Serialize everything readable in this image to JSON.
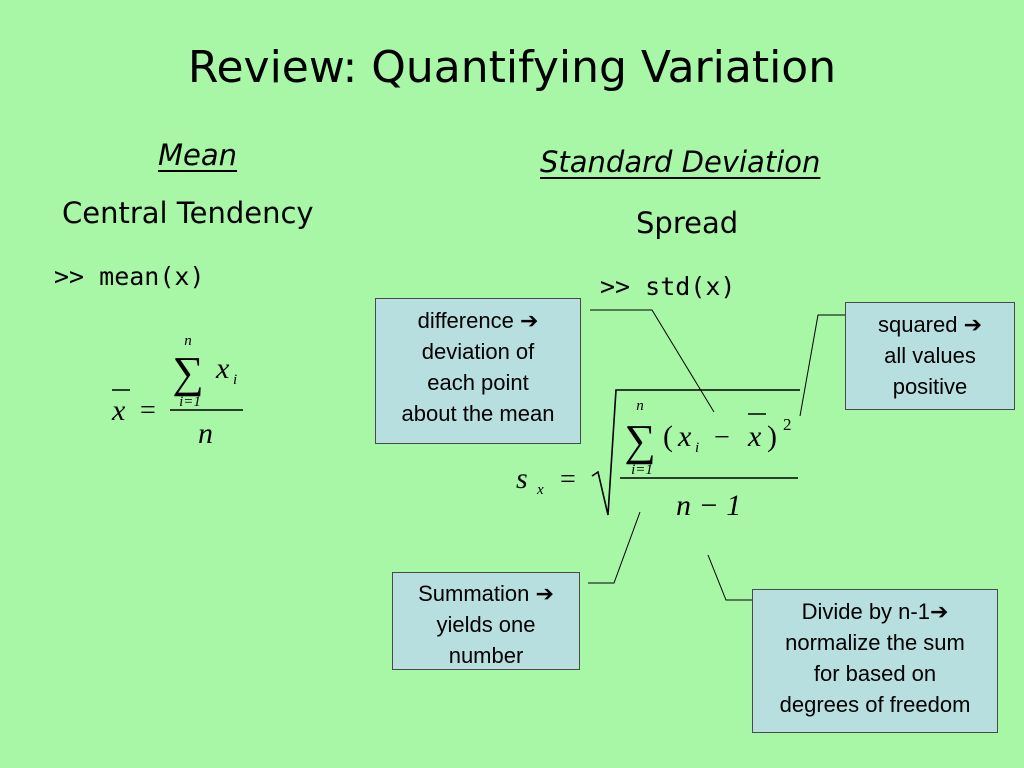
{
  "title": "Review: Quantifying Variation",
  "mean_section": {
    "heading": "Mean",
    "subheading": "Central Tendency",
    "command": ">> mean(x)"
  },
  "std_section": {
    "heading": "Standard Deviation",
    "subheading": "Spread",
    "command": ">> std(x)"
  },
  "callouts": {
    "difference": [
      "difference ➔",
      "deviation of",
      "each point",
      "about the mean"
    ],
    "squared": [
      "squared ➔",
      "all values",
      "positive"
    ],
    "summation": [
      "Summation ➔",
      "yields one",
      "number"
    ],
    "divide": [
      "Divide by n-1➔",
      "normalize the sum",
      "for based on",
      "degrees of freedom"
    ]
  },
  "formula_mean": {
    "lhs": "x",
    "equals": "=",
    "sum_upper": "n",
    "sum_lower": "i=1",
    "term": "x",
    "term_sub": "i",
    "denominator": "n"
  },
  "formula_std": {
    "lhs": "s",
    "lhs_sub": "x",
    "equals": "=",
    "sum_upper": "n",
    "sum_lower": "i=1",
    "open_paren": "(",
    "term": "x",
    "term_sub": "i",
    "minus": "−",
    "mean": "x",
    "close_paren": ")",
    "exponent": "2",
    "denominator": "n − 1"
  }
}
